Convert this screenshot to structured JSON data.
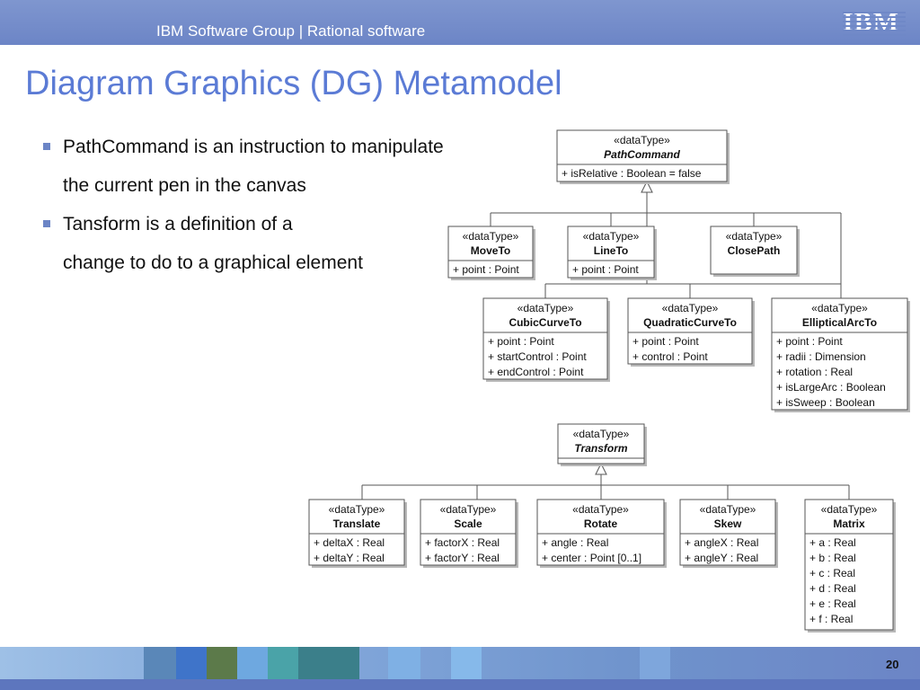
{
  "header": {
    "title": "IBM Software Group | Rational software",
    "logo": "IBM"
  },
  "slide": {
    "title": "Diagram Graphics (DG) Metamodel",
    "bullets": [
      {
        "line1": "PathCommand is an instruction to manipulate",
        "line2": "the current pen in the canvas"
      },
      {
        "line1": "Tansform is a definition of a",
        "line2": "change to do to a graphical element"
      }
    ],
    "page_number": "20"
  },
  "diagram": {
    "stereotype": "«dataType»",
    "path_command": {
      "name": "PathCommand",
      "attrs": [
        "+ isRelative : Boolean = false"
      ]
    },
    "move_to": {
      "name": "MoveTo",
      "attrs": [
        "+ point : Point"
      ]
    },
    "line_to": {
      "name": "LineTo",
      "attrs": [
        "+ point : Point"
      ]
    },
    "close_path": {
      "name": "ClosePath",
      "attrs": []
    },
    "cubic_curve_to": {
      "name": "CubicCurveTo",
      "attrs": [
        "+ point : Point",
        "+ startControl : Point",
        "+ endControl : Point"
      ]
    },
    "quadratic_curve_to": {
      "name": "QuadraticCurveTo",
      "attrs": [
        "+ point : Point",
        "+ control : Point"
      ]
    },
    "elliptical_arc_to": {
      "name": "EllipticalArcTo",
      "attrs": [
        "+ point : Point",
        "+ radii : Dimension",
        "+ rotation : Real",
        "+ isLargeArc : Boolean",
        "+ isSweep : Boolean"
      ]
    },
    "transform": {
      "name": "Transform",
      "attrs": []
    },
    "translate": {
      "name": "Translate",
      "attrs": [
        "+ deltaX : Real",
        "+ deltaY : Real"
      ]
    },
    "scale": {
      "name": "Scale",
      "attrs": [
        "+ factorX : Real",
        "+ factorY : Real"
      ]
    },
    "rotate": {
      "name": "Rotate",
      "attrs": [
        "+ angle : Real",
        "+ center : Point [0..1]"
      ]
    },
    "skew": {
      "name": "Skew",
      "attrs": [
        "+ angleX : Real",
        "+ angleY : Real"
      ]
    },
    "matrix": {
      "name": "Matrix",
      "attrs": [
        "+ a : Real",
        "+ b : Real",
        "+ c : Real",
        "+ d : Real",
        "+ e : Real",
        "+ f : Real"
      ]
    }
  },
  "colors": {
    "header": "#6c85c6",
    "title": "#5b7bd5",
    "bullet": "#6c85c6"
  }
}
